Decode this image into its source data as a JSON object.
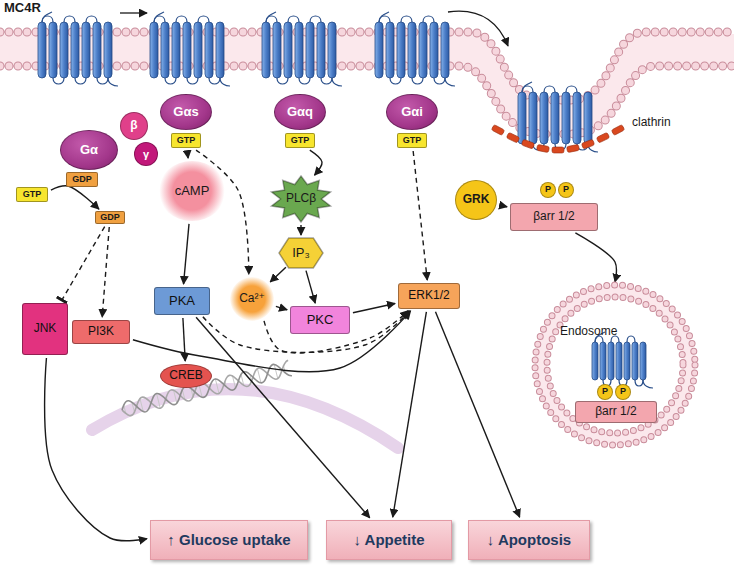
{
  "diagram": {
    "nodes": [
      {
        "text": [
          "Gα"
        ]
      },
      {
        "text": [
          "β"
        ]
      },
      {
        "text": [
          "γ"
        ]
      },
      {
        "text": [
          "GDP"
        ]
      },
      {
        "text": [
          "GTP"
        ]
      },
      {
        "text": [
          "GDP"
        ]
      },
      {
        "text": [
          "Gαs"
        ]
      },
      {
        "text": [
          "GTP"
        ]
      },
      {
        "text": [
          "Gαq"
        ]
      },
      {
        "text": [
          "GTP"
        ]
      },
      {
        "text": [
          "Gαi"
        ]
      },
      {
        "text": [
          "GTP"
        ]
      },
      {
        "text": [
          "P"
        ]
      },
      {
        "text": [
          "P"
        ]
      },
      {
        "text": [
          "GRK"
        ]
      },
      {
        "text": [
          "βarr 1/2"
        ]
      },
      {
        "text": [
          "cAMP"
        ]
      },
      {
        "text": [
          "PLCβ"
        ]
      },
      {
        "text": [
          "IP₃"
        ]
      },
      {
        "text": [
          "JNK"
        ]
      },
      {
        "text": [
          "PI3K"
        ]
      },
      {
        "text": [
          "PKA"
        ]
      },
      {
        "text": [
          "Ca²⁺"
        ]
      },
      {
        "text": [
          "PKC"
        ]
      },
      {
        "text": [
          "ERK1/2"
        ]
      },
      {
        "text": [
          "Endosome"
        ]
      },
      {
        "text": [
          "P"
        ],
        "in": 25
      },
      {
        "text": [
          "P"
        ],
        "in": 25
      },
      {
        "text": [
          "βarr 1/2"
        ],
        "in": 25
      },
      {
        "text": [
          "CREB"
        ]
      },
      {
        "text": [
          "↑ Glucose uptake"
        ]
      },
      {
        "text": [
          "↓ Appetite"
        ]
      },
      {
        "text": [
          "↓ Apoptosis"
        ]
      }
    ],
    "edges": [
      {
        "from": 4,
        "to": 5,
        "arrow": "to"
      },
      {
        "from": 5,
        "to": 19,
        "arrow": "to"
      },
      {
        "from": 5,
        "to": 20,
        "arrow": "to"
      },
      {
        "from": 7,
        "to": 16,
        "arrow": "to"
      },
      {
        "from": 7,
        "to": 22,
        "arrow": "to"
      },
      {
        "from": 9,
        "to": 17,
        "arrow": "to"
      },
      {
        "from": 17,
        "to": 18,
        "arrow": "to"
      },
      {
        "from": 18,
        "to": 22,
        "arrow": "to"
      },
      {
        "from": 18,
        "to": 23,
        "arrow": "to"
      },
      {
        "from": 22,
        "to": 23,
        "arrow": "to"
      },
      {
        "from": 16,
        "to": 21,
        "arrow": "to"
      },
      {
        "from": 21,
        "to": 29,
        "arrow": "to"
      },
      {
        "from": 21,
        "to": 31,
        "arrow": "to"
      },
      {
        "from": 21,
        "to": 24,
        "arrow": "to"
      },
      {
        "from": 22,
        "to": 24,
        "arrow": "to"
      },
      {
        "from": 23,
        "to": 24,
        "arrow": "to"
      },
      {
        "from": 11,
        "to": 24,
        "arrow": "to"
      },
      {
        "from": 20,
        "to": 24,
        "arrow": "to"
      },
      {
        "from": 24,
        "to": 31,
        "arrow": "to"
      },
      {
        "from": 24,
        "to": 32,
        "arrow": "to"
      },
      {
        "from": 19,
        "to": 30,
        "arrow": "to"
      },
      {
        "from": 14,
        "to": 15,
        "arrow": "to"
      },
      {
        "from": 15,
        "to": 25,
        "arrow": "to"
      }
    ],
    "labels": [
      "MC4R",
      "clathrin"
    ]
  }
}
